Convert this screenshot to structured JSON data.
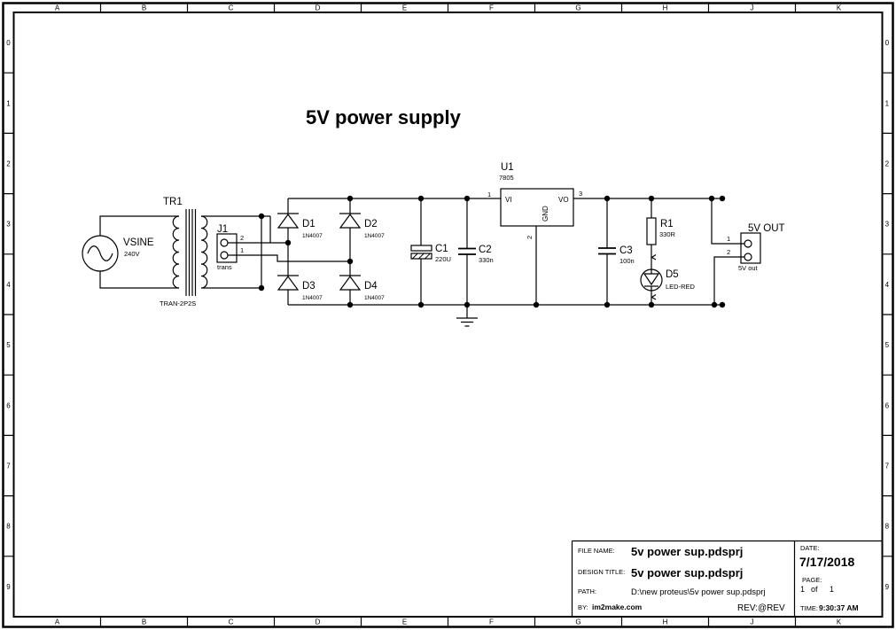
{
  "schematic": {
    "title": "5V power supply"
  },
  "grid": {
    "columns": [
      "A",
      "B",
      "C",
      "D",
      "E",
      "F",
      "G",
      "H",
      "J",
      "K"
    ],
    "rows": [
      "0",
      "1",
      "2",
      "3",
      "4",
      "5",
      "6",
      "7",
      "8",
      "9"
    ]
  },
  "components": {
    "vsine": {
      "ref": "VSINE",
      "value": "240V"
    },
    "tr1": {
      "ref": "TR1",
      "value": "TRAN-2P2S"
    },
    "j1": {
      "ref": "J1",
      "value": "trans",
      "pin_top": "2",
      "pin_bottom": "1"
    },
    "d1": {
      "ref": "D1",
      "value": "1N4007"
    },
    "d2": {
      "ref": "D2",
      "value": "1N4007"
    },
    "d3": {
      "ref": "D3",
      "value": "1N4007"
    },
    "d4": {
      "ref": "D4",
      "value": "1N4007"
    },
    "c1": {
      "ref": "C1",
      "value": "220U"
    },
    "c2": {
      "ref": "C2",
      "value": "330n"
    },
    "u1": {
      "ref": "U1",
      "value": "7805",
      "pin_vi": "VI",
      "pin_vo": "VO",
      "pin_gnd": "GND",
      "pin1": "1",
      "pin2": "2",
      "pin3": "3"
    },
    "c3": {
      "ref": "C3",
      "value": "100n"
    },
    "r1": {
      "ref": "R1",
      "value": "330R"
    },
    "d5": {
      "ref": "D5",
      "value": "LED-RED"
    },
    "out": {
      "ref": "5V OUT",
      "value": "5V out",
      "pin_top": "1",
      "pin_bottom": "2"
    }
  },
  "title_block": {
    "file_name_label": "FILE NAME:",
    "file_name": "5v power sup.pdsprj",
    "design_title_label": "DESIGN TITLE:",
    "design_title": "5v power sup.pdsprj",
    "path_label": "PATH:",
    "path": "D:\\new proteus\\5v power sup.pdsprj",
    "by_label": "BY:",
    "by": "im2make.com",
    "rev": "REV:@REV",
    "date_label": "DATE:",
    "date": "7/17/2018",
    "page_label": "PAGE:",
    "page_num": "1",
    "page_of": "of",
    "page_total": "1",
    "time_label": "TIME:",
    "time": "9:30:37 AM"
  },
  "colors": {
    "line": "#000000",
    "background": "#ffffff"
  }
}
